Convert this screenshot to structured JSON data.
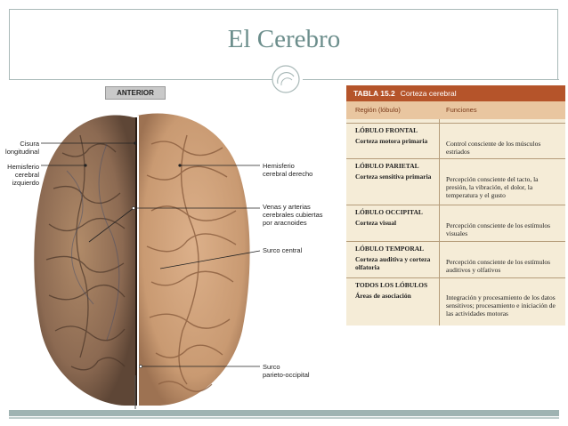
{
  "slide": {
    "title": "El Cerebro"
  },
  "figure": {
    "anterior_label": "ANTERIOR",
    "labels": {
      "cisura": "Cisura\nlongitudinal",
      "hemisferio_izq": "Hemisferio\ncerebral\nizquierdo",
      "hemisferio_der": "Hemisferio\ncerebral derecho",
      "venas": "Venas y arterias\ncerebrales cubiertas\npor aracnoides",
      "surco_central": "Surco central",
      "surco_po": "Surco\nparieto-occipital"
    }
  },
  "table": {
    "number": "TABLA 15.2",
    "title": "Corteza cerebral",
    "col_region": "Región (lóbulo)",
    "col_func": "Funciones",
    "sections": [
      {
        "title": "LÓBULO FRONTAL",
        "region": "Corteza motora primaria",
        "function": "Control consciente de los músculos estriados"
      },
      {
        "title": "LÓBULO PARIETAL",
        "region": "Corteza sensitiva primaria",
        "function": "Percepción consciente del tacto, la presión, la vibración, el dolor, la temperatura y el gusto"
      },
      {
        "title": "LÓBULO OCCIPITAL",
        "region": "Corteza visual",
        "function": "Percepción consciente de los estímulos visuales"
      },
      {
        "title": "LÓBULO TEMPORAL",
        "region": "Corteza auditiva y corteza olfatoria",
        "function": "Percepción consciente de los estímulos auditivos y olfativos"
      },
      {
        "title": "TODOS LOS LÓBULOS",
        "region": "Áreas de asociación",
        "function": "Integración y procesamiento de los datos sensitivos; procesamiento e iniciación de las actividades motoras"
      }
    ]
  }
}
